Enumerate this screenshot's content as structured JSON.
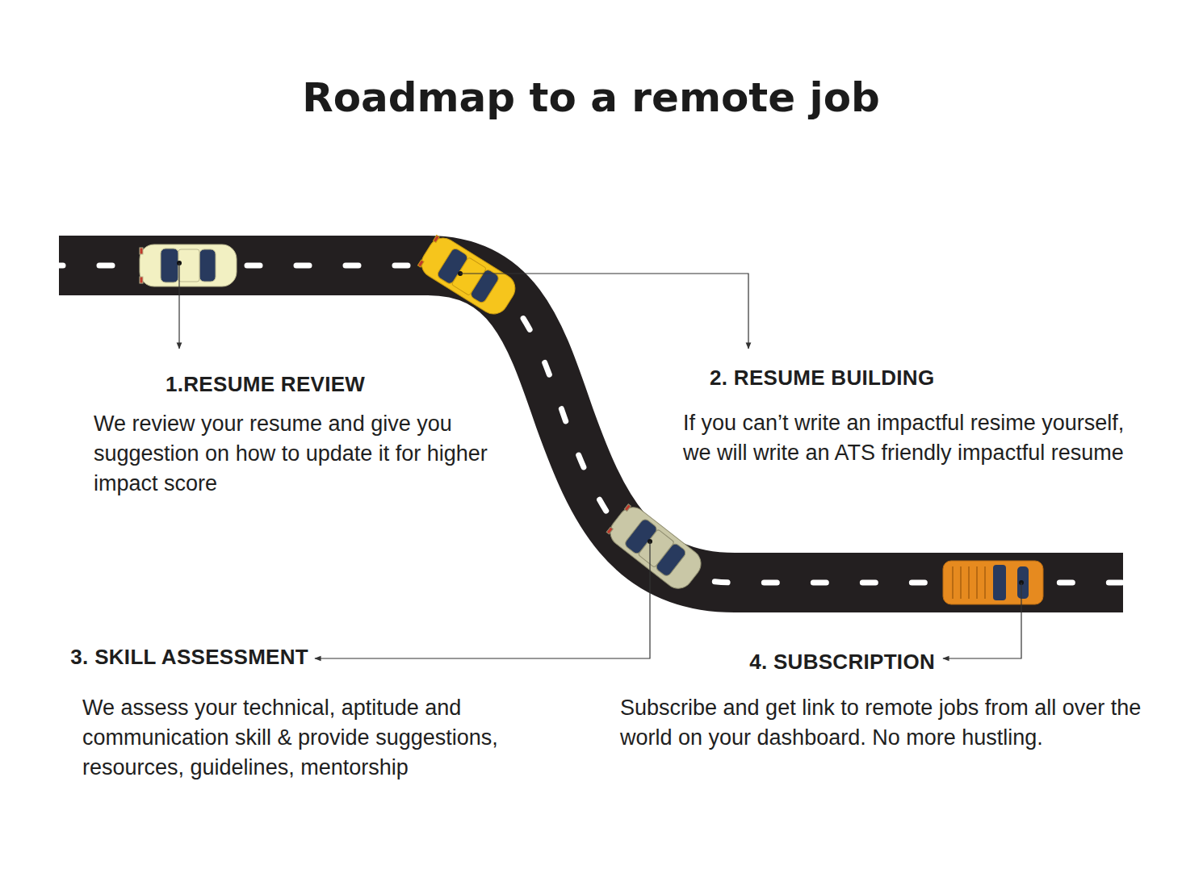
{
  "diagram": {
    "title": "Roadmap to a remote job",
    "labels": [
      "1.RESUME REVIEW",
      "We review your resume and give you suggestion on how to update it for higher impact score",
      "2. RESUME BUILDING",
      "If you can’t write an impactful resime yourself, we will write an ATS friendly impactful resume",
      "3. SKILL ASSESSMENT",
      "We assess your technical, aptitude and communication skill & provide suggestions, resources, guidelines, mentorship",
      "4. SUBSCRIPTION",
      "Subscribe and get link to remote jobs from all over the world on your dashboard. No more hustling."
    ]
  }
}
